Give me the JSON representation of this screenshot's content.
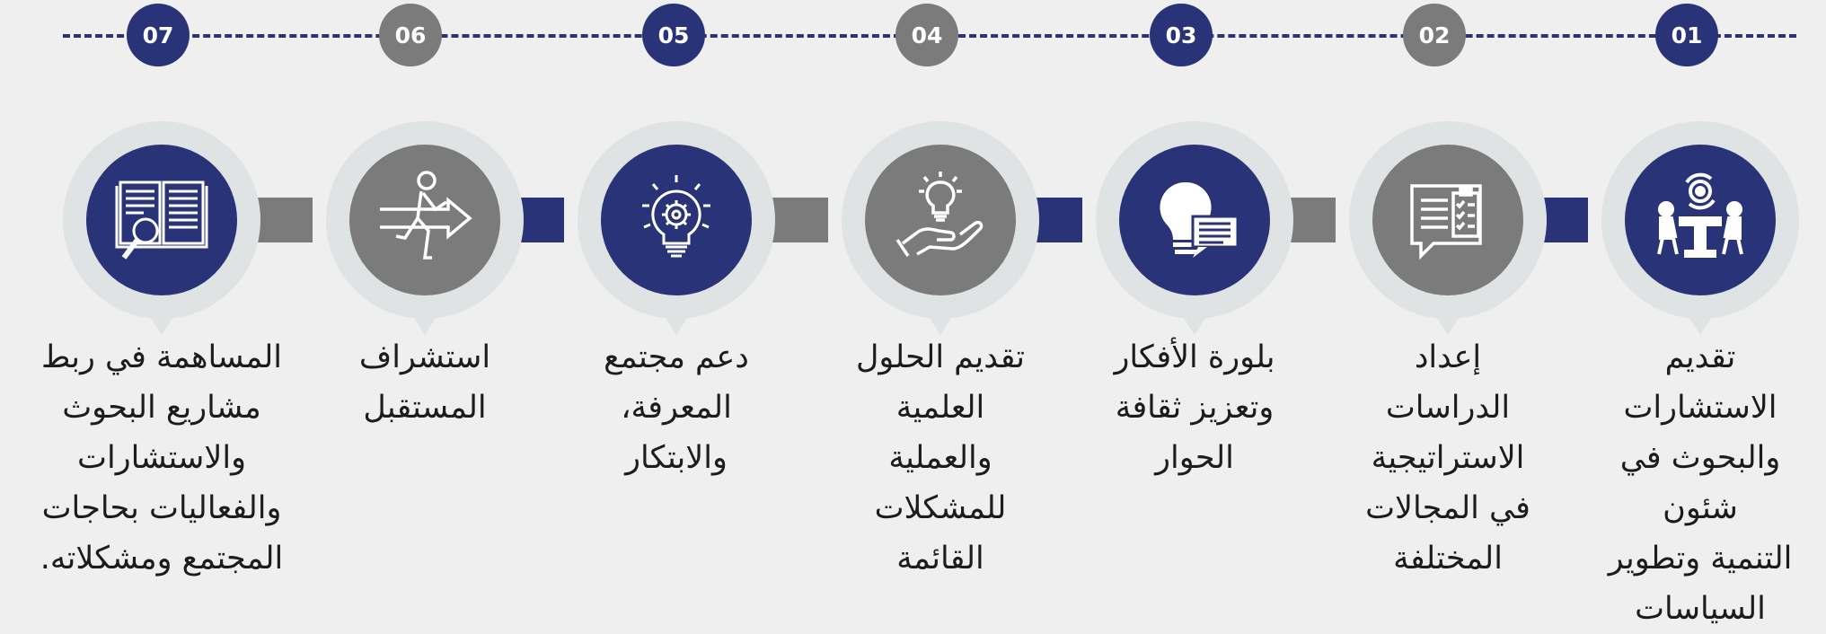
{
  "colors": {
    "navy": "#283477",
    "gray": "#7b7b7b",
    "halo": "#dfe3e3",
    "background": "#efefef"
  },
  "steps": [
    {
      "number": "01",
      "color": "navy",
      "icon": "meeting-table-icon",
      "text": "تقديم\nالاستشارات\nوالبحوث في\nشئون\nالتنمية وتطوير\nالسياسات"
    },
    {
      "number": "02",
      "color": "gray",
      "icon": "clipboard-checklist-icon",
      "text": "إعداد\nالدراسات\nالاستراتيجية\nفي المجالات\nالمختلفة"
    },
    {
      "number": "03",
      "color": "navy",
      "icon": "lightbulb-chat-icon",
      "text": "بلورة الأفكار\nوتعزيز ثقافة\nالحوار"
    },
    {
      "number": "04",
      "color": "gray",
      "icon": "hand-lightbulb-icon",
      "text": "تقديم الحلول\nالعلمية\nوالعملية\nللمشكلات\nالقائمة"
    },
    {
      "number": "05",
      "color": "navy",
      "icon": "gear-lightbulb-icon",
      "text": "دعم مجتمع\nالمعرفة،\nوالابتكار"
    },
    {
      "number": "06",
      "color": "gray",
      "icon": "person-arrow-icon",
      "text": "استشراف\nالمستقبل"
    },
    {
      "number": "07",
      "color": "navy",
      "icon": "book-magnifier-icon",
      "text": "المساهمة في ربط\nمشاريع البحوث\nوالاستشارات\nوالفعاليات بحاجات\nالمجتمع ومشكلاته."
    }
  ]
}
